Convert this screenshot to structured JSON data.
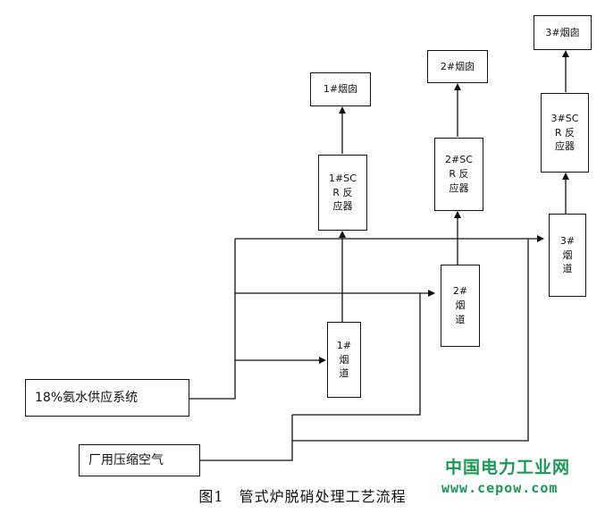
{
  "nodes": {
    "chimney1": "1#烟囱",
    "chimney2": "2#烟囱",
    "chimney3": "3#烟囱",
    "scr1": "1#SC\nR 反\n应器",
    "scr2": "2#SC\nR 反\n应器",
    "scr3": "3#SC\nR 反\n应器",
    "duct1": "1#\n烟\n道",
    "duct2": "2#\n烟\n道",
    "duct3": "3#\n烟\n道",
    "ammonia_supply": "18%氨水供应系统",
    "compressed_air": "厂用压缩空气"
  },
  "caption": "图1　管式炉脱硝处理工艺流程",
  "watermark": {
    "name": "中国电力工业网",
    "url": "www.cepow.com",
    "color": "#1a9a55"
  }
}
